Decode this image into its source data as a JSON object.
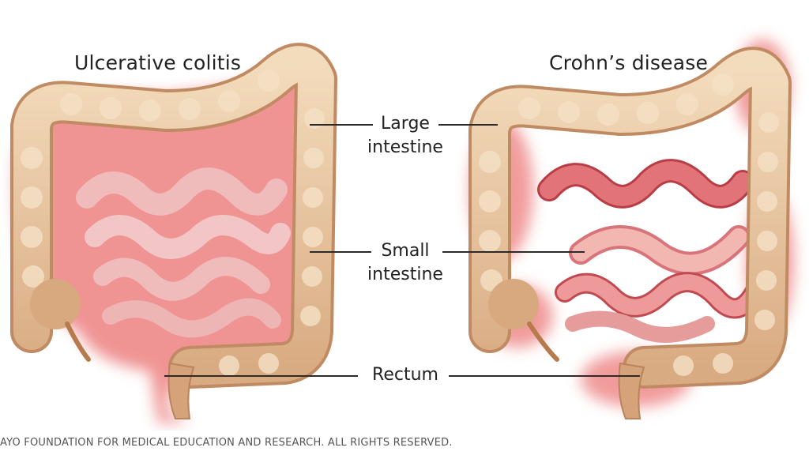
{
  "panels": {
    "left": {
      "title": "Ulcerative colitis"
    },
    "right": {
      "title": "Crohn’s disease"
    }
  },
  "labels": {
    "large_intestine": {
      "line1": "Large",
      "line2": "intestine"
    },
    "small_intestine": {
      "line1": "Small",
      "line2": "intestine"
    },
    "rectum": "Rectum"
  },
  "footer": {
    "copyright": "AYO FOUNDATION FOR MEDICAL EDUCATION AND RESEARCH. ALL RIGHTS RESERVED."
  },
  "colors": {
    "colon_tan": "#e9c9a3",
    "colon_shadow": "#c99a73",
    "inflammation_red": "#d9252e",
    "small_intestine_pale": "#f1c9c9",
    "small_intestine_inflamed": "#d9555c",
    "label_text": "#222222"
  }
}
